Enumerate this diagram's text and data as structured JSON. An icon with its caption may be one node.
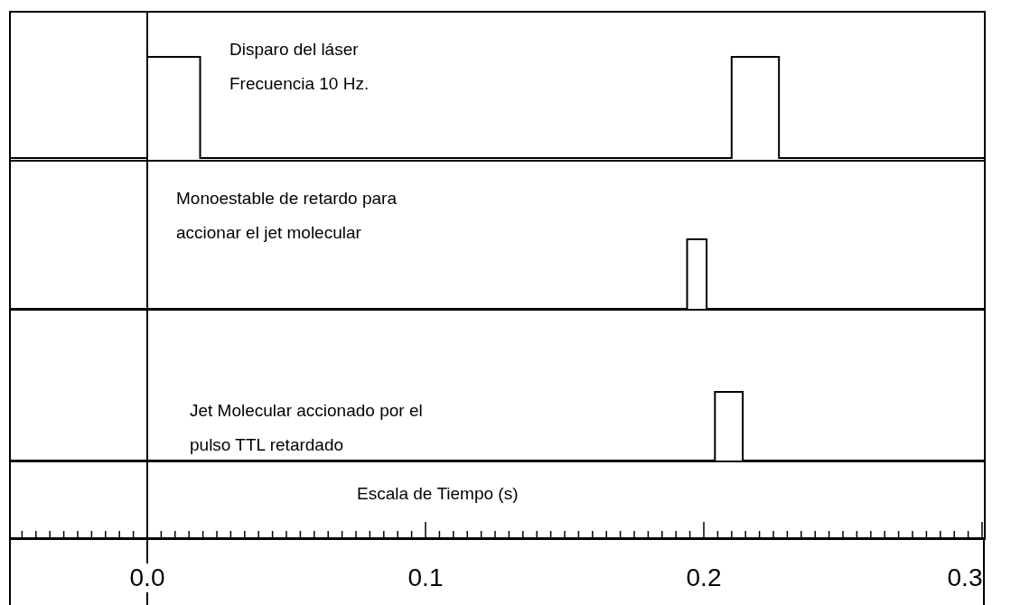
{
  "diagram": {
    "nodes": [
      {
        "text": [
          "Disparo del láser",
          "Frecuencia 10 Hz."
        ]
      },
      {
        "text": [
          "Monoestable de retardo para accionar el jet molecular"
        ]
      },
      {
        "text": [
          "Jet Molecular accionado por el pulso TTL retardado"
        ]
      },
      {
        "text": [
          "Escala de Tiempo (s)"
        ]
      }
    ],
    "labels": [
      "0.0",
      "0.1",
      "0.2",
      "0.3"
    ]
  }
}
